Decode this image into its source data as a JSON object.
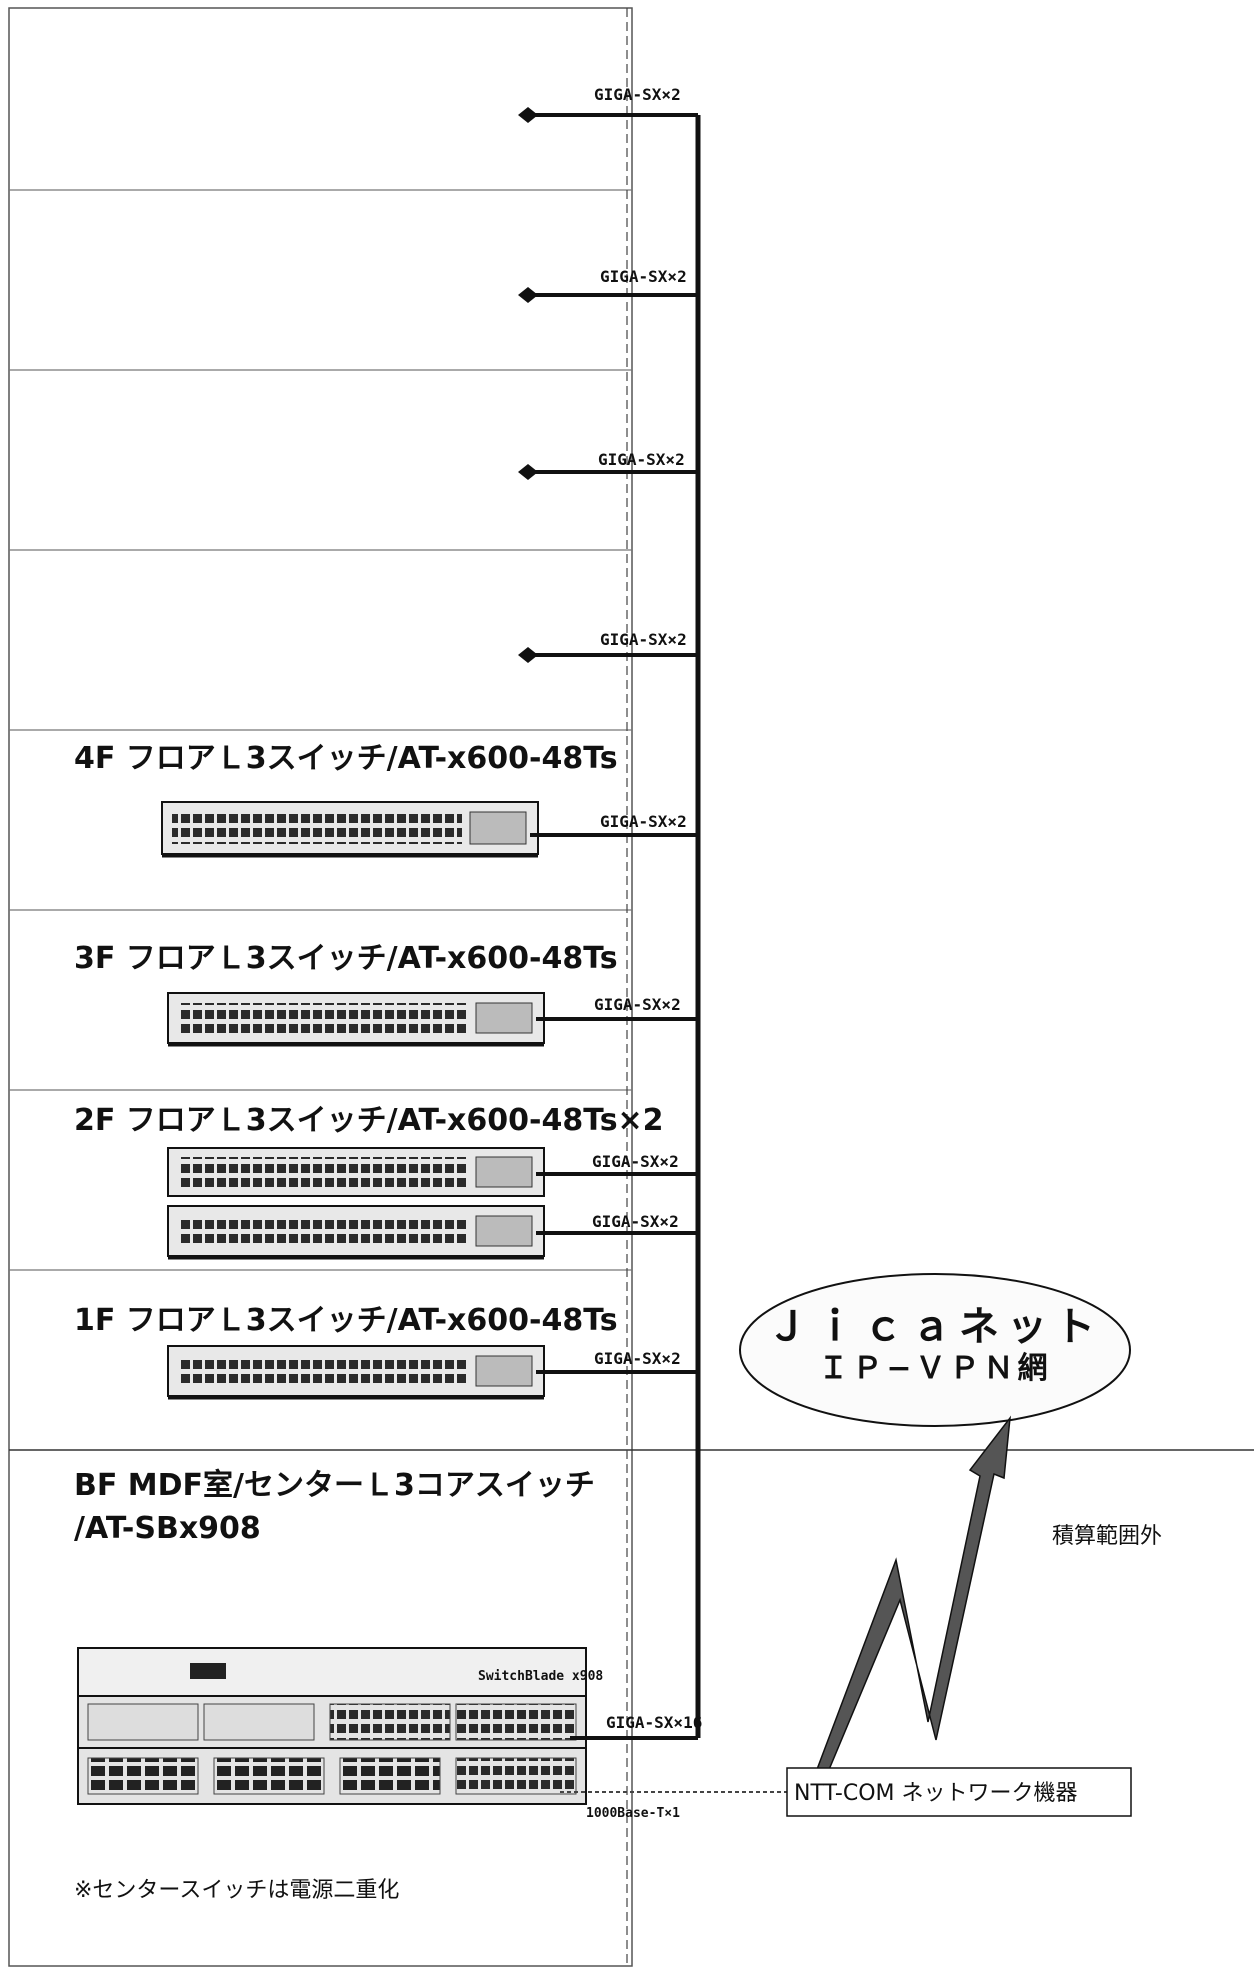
{
  "floors": {
    "f4": {
      "title": "4F フロアＬ3スイッチ/AT-x600-48Ts"
    },
    "f3": {
      "title": "3F フロアＬ3スイッチ/AT-x600-48Ts"
    },
    "f2": {
      "title": "2F フロアＬ3スイッチ/AT-x600-48Ts×2"
    },
    "f1": {
      "title": "1F フロアＬ3スイッチ/AT-x600-48Ts"
    },
    "bf": {
      "title_line1": "BF MDF室/センターＬ3コアスイッチ",
      "title_line2": "/AT-SBx908"
    }
  },
  "links": {
    "upper1": "GIGA-SX×2",
    "upper2": "GIGA-SX×2",
    "upper3": "GIGA-SX×2",
    "upper4": "GIGA-SX×2",
    "f4": "GIGA-SX×2",
    "f3": "GIGA-SX×2",
    "f2a": "GIGA-SX×2",
    "f2b": "GIGA-SX×2",
    "f1": "GIGA-SX×2",
    "core": "GIGA-SX×16",
    "core_t": "1000Base-T×1"
  },
  "core_device": {
    "brand": "SwitchBlade x908"
  },
  "cloud": {
    "line1": "Ｊｉｃａネット",
    "line2": "ＩＰ−ＶＰＮ網"
  },
  "scope_note": "積算範囲外",
  "ntt_box": "NTT-COM ネットワーク機器",
  "footnote": "※センタースイッチは電源二重化",
  "colors": {
    "line": "#111111",
    "box_border": "#555555"
  }
}
